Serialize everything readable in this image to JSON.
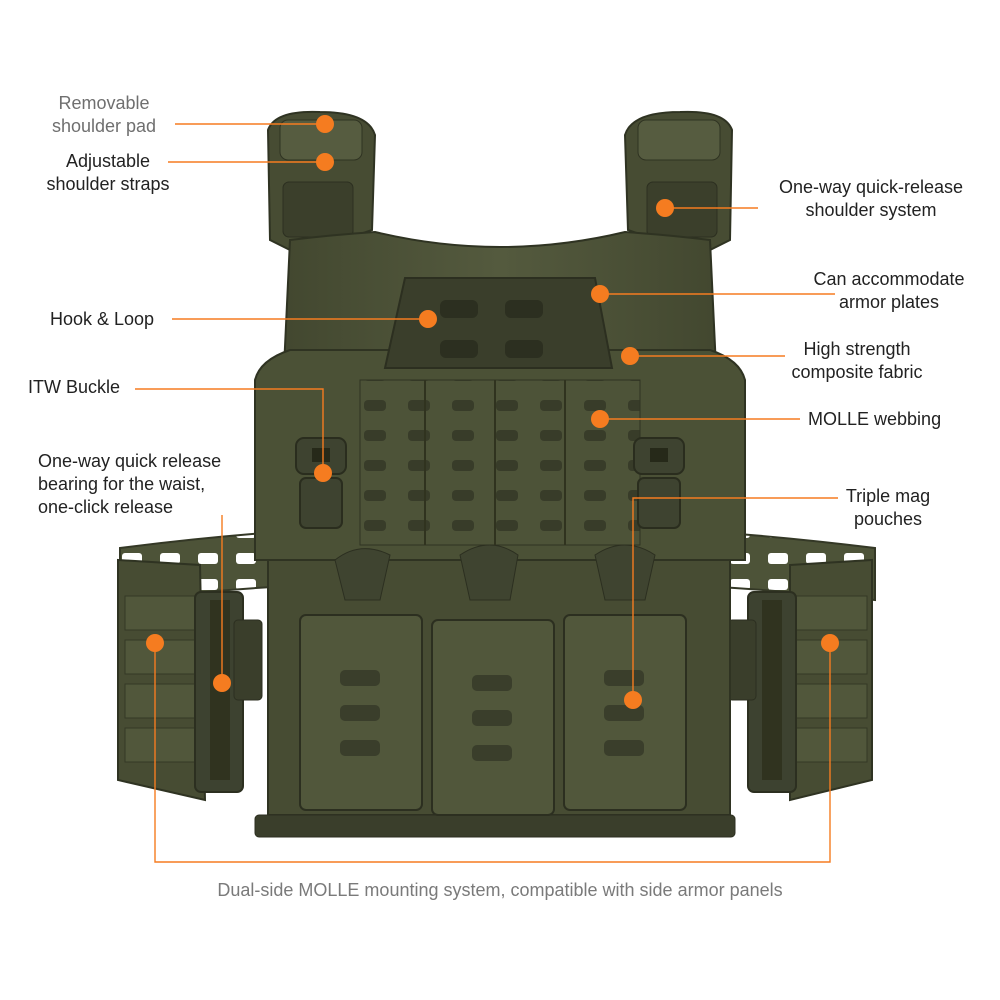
{
  "colors": {
    "accent": "#F57C20",
    "vest": "#4a5036",
    "vest_dark": "#343826",
    "vest_light": "#5d6446"
  },
  "labels": {
    "removable_pad": [
      "Removable",
      "shoulder pad"
    ],
    "adjustable_straps": [
      "Adjustable",
      "shoulder straps"
    ],
    "hook_loop": [
      "Hook & Loop"
    ],
    "itw_buckle": [
      "ITW Buckle"
    ],
    "waist_release": [
      "One-way quick release",
      "bearing for the waist,",
      "one-click release"
    ],
    "shoulder_system": [
      "One-way quick-release",
      "shoulder system"
    ],
    "armor_plates": [
      "Can accommodate",
      "armor plates"
    ],
    "composite_fabric": [
      "High strength",
      "composite fabric"
    ],
    "molle_webbing": [
      "MOLLE webbing"
    ],
    "mag_pouches": [
      "Triple mag",
      "pouches"
    ]
  },
  "caption": "Dual-side MOLLE mounting system, compatible with side armor panels"
}
